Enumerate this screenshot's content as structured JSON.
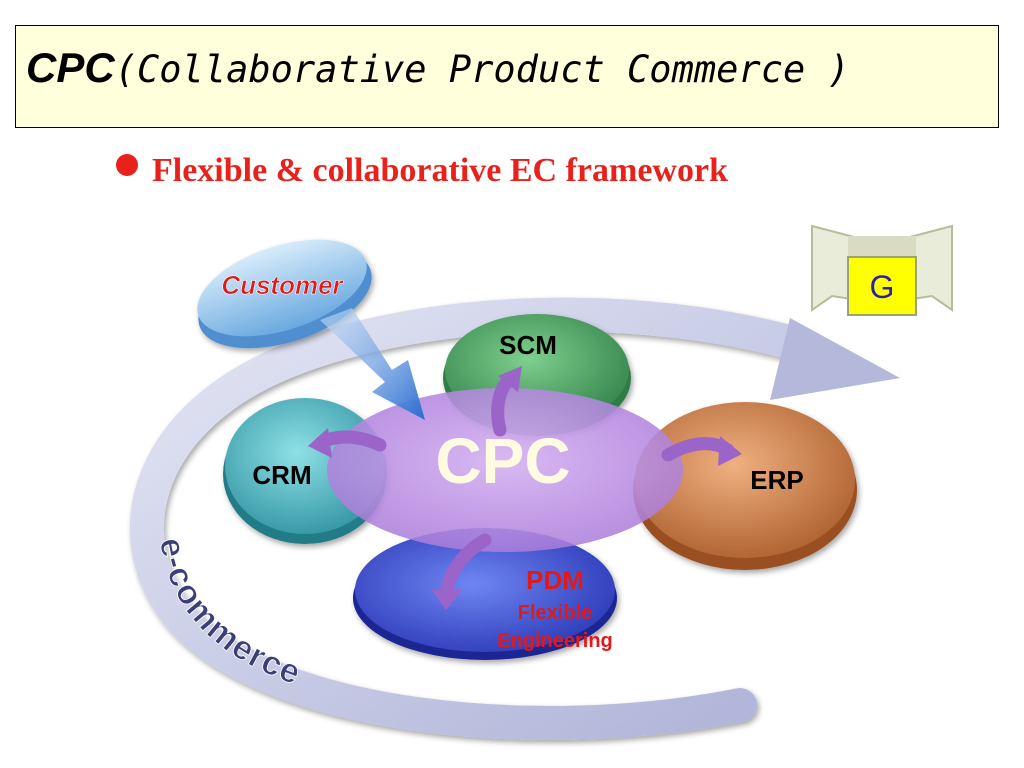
{
  "header": {
    "title_abbr": "CPC",
    "title_full": "(Collaborative Product Commerce )"
  },
  "bullet": {
    "text": "Flexible & collaborative EC framework"
  },
  "diagram": {
    "customer": "Customer",
    "center": "CPC",
    "scm": "SCM",
    "crm": "CRM",
    "erp": "ERP",
    "pdm": "PDM",
    "pdm_sub1": "Flexible",
    "pdm_sub2": "Engineering",
    "ring": "e-commerce",
    "badge": "G"
  },
  "colors": {
    "title_bg": "#ffffdc",
    "bullet_red": "#e8221b",
    "scm": "#3f9a5a",
    "crm": "#3aa7b3",
    "erp": "#c9743d",
    "pdm": "#3b49d0",
    "cpc": "#b88ee0",
    "badge": "#ffff00"
  }
}
